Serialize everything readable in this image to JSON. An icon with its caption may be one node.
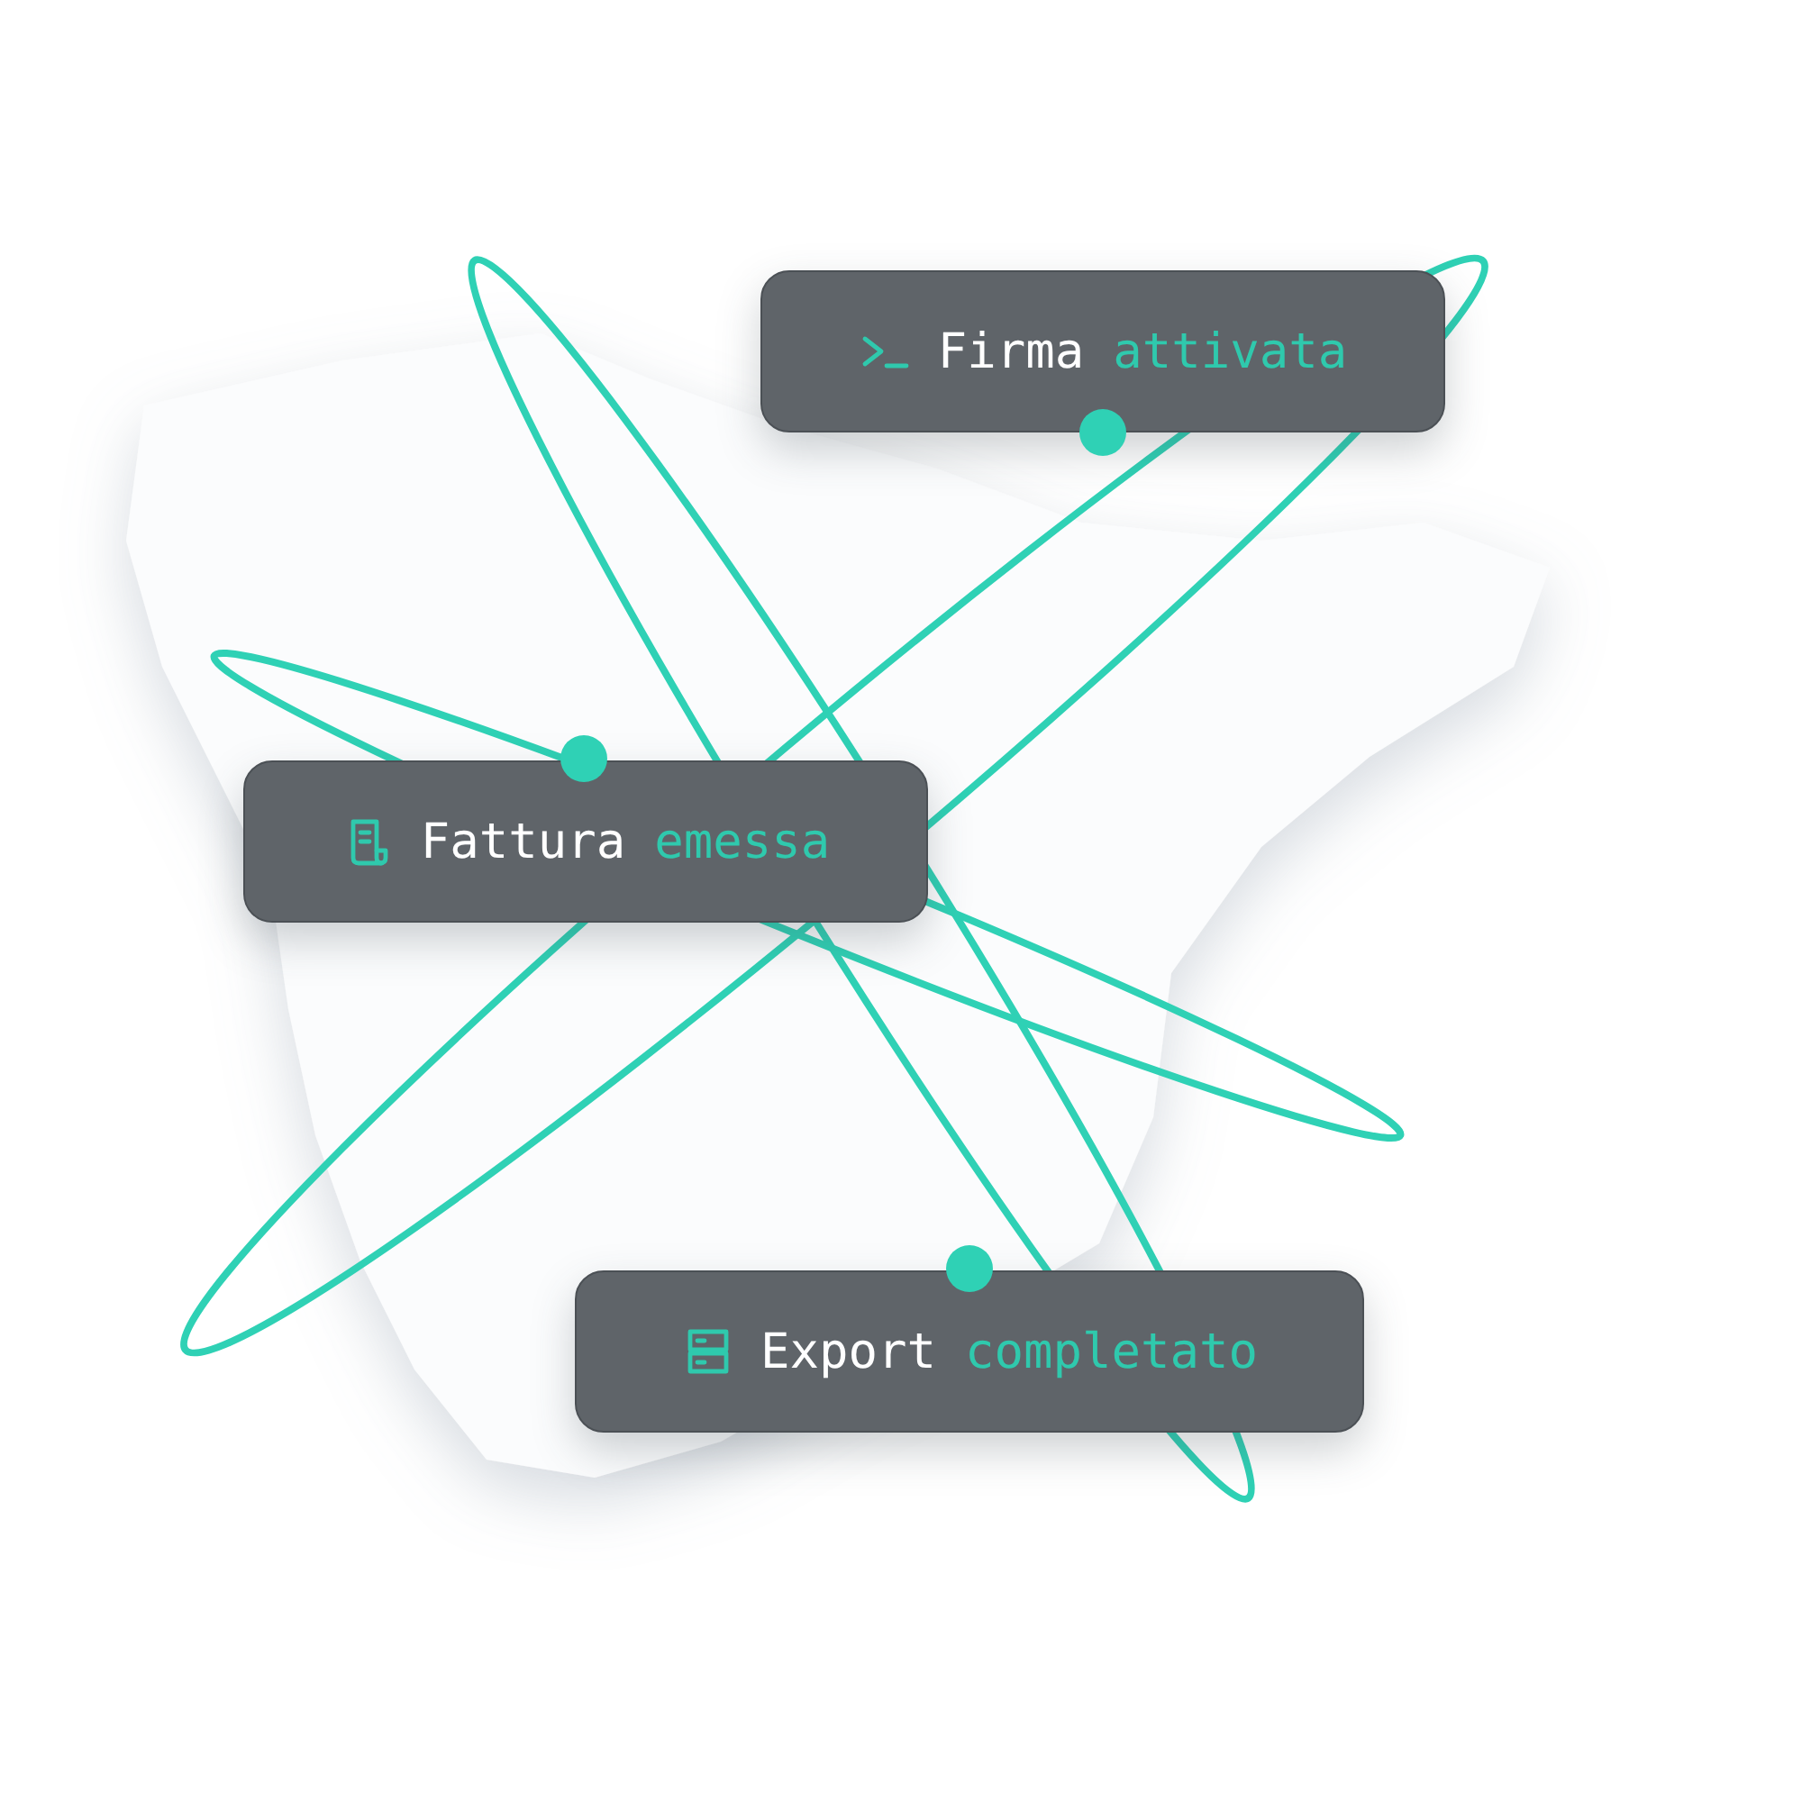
{
  "diagram": {
    "nodes": [
      {
        "text": [
          "Firma",
          "attivata"
        ]
      },
      {
        "text": [
          "Fattura",
          "emessa"
        ]
      },
      {
        "text": [
          "Export",
          "completato"
        ]
      }
    ]
  }
}
